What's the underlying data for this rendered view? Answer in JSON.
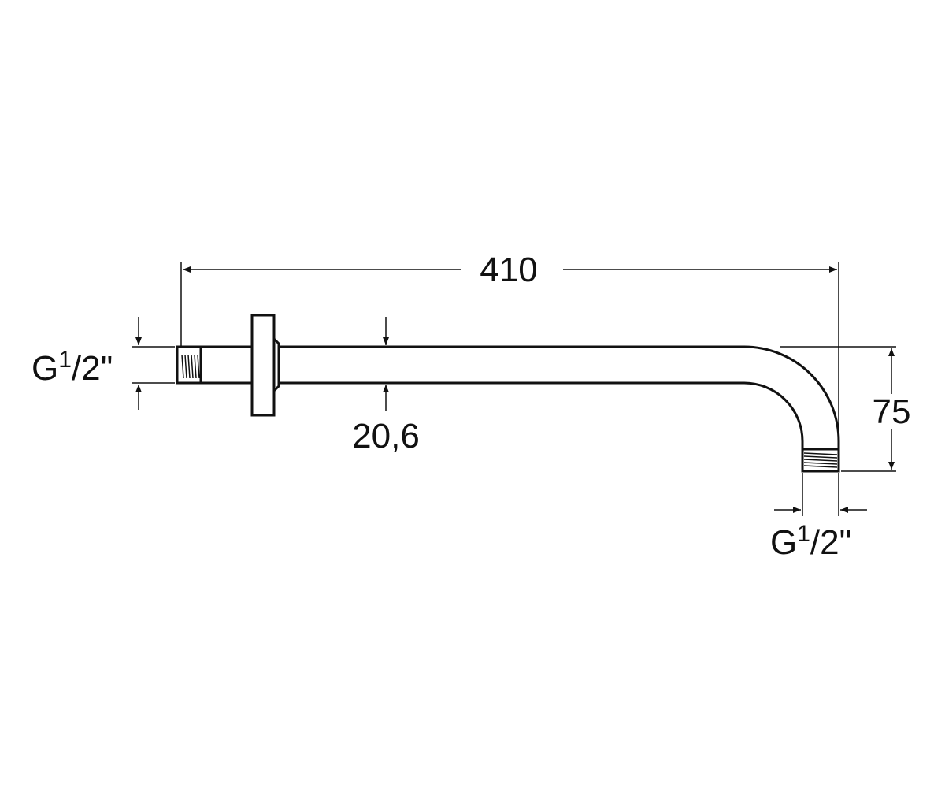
{
  "dimensions": {
    "overall_length": "410",
    "drop_height": "75",
    "pipe_diameter": "20,6",
    "thread_inlet": {
      "prefix": "G",
      "fraction": "1/2\""
    },
    "thread_outlet": {
      "prefix": "G",
      "fraction": "1/2\""
    }
  },
  "colors": {
    "ink": "#111111",
    "background": "#ffffff"
  }
}
